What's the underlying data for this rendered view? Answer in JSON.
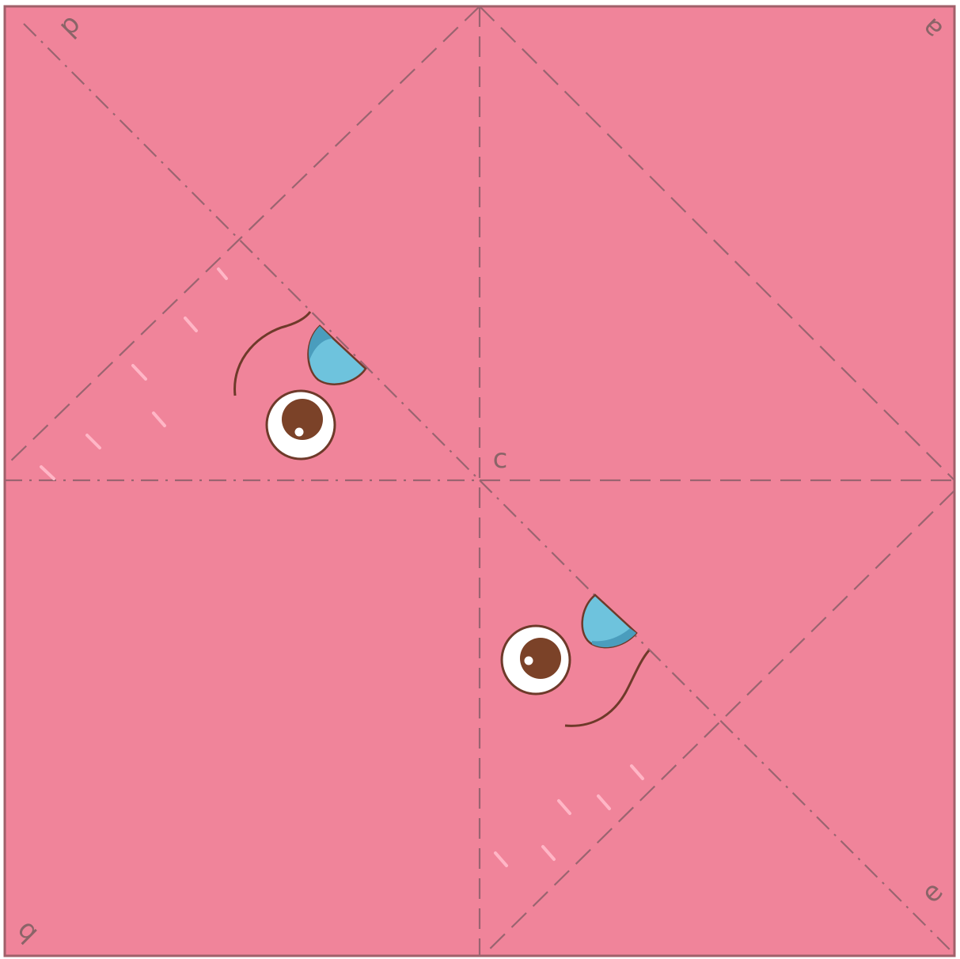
{
  "paper": {
    "color": "#f0849a",
    "border_color": "#a0606a"
  },
  "labels": {
    "corner_top_left": "d",
    "corner_top_right": "a",
    "corner_bottom_left": "q",
    "corner_bottom_right": "e",
    "center": "c"
  },
  "colors": {
    "fold_line": "#9a6470",
    "highlight_stroke": "#ffb6c6",
    "eye_white": "#ffffff",
    "eye_outline": "#6e3a2a",
    "pupil": "#7b4228",
    "fin_light": "#6ec3dd",
    "fin_dark": "#4a9dbd",
    "brow": "#6e3a2a"
  },
  "icons": [
    "eye-icon",
    "fin-icon",
    "brow-icon"
  ]
}
